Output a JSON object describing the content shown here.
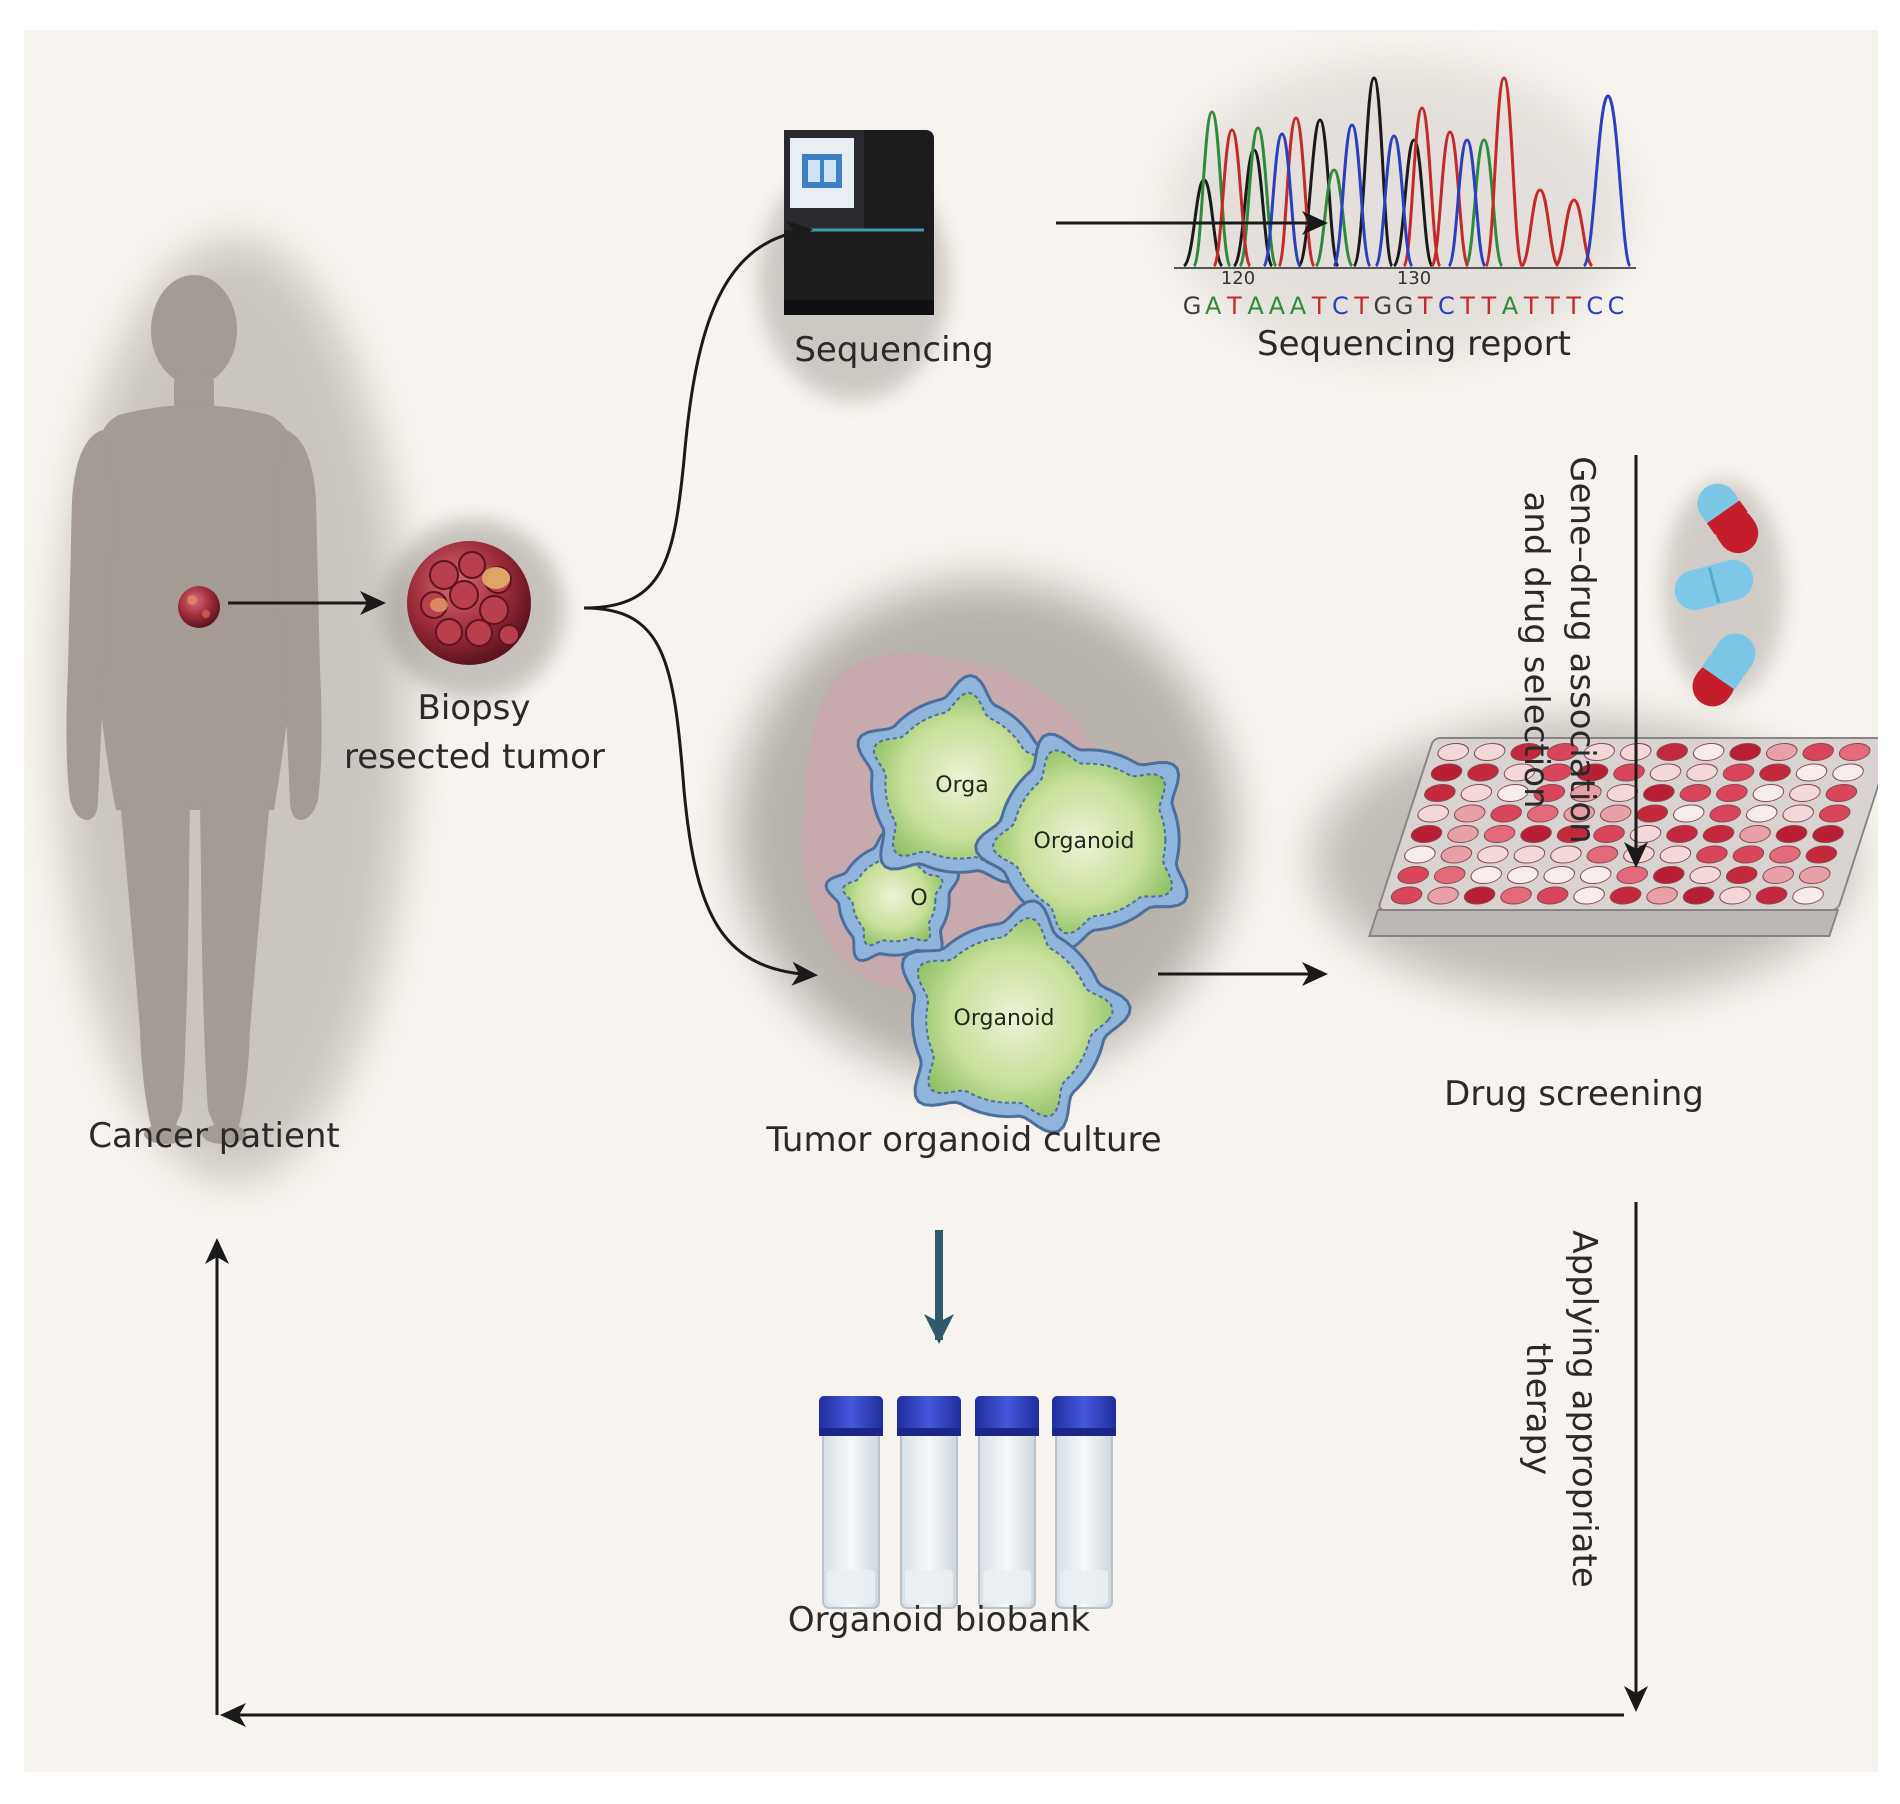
{
  "labels": {
    "cancer_patient": "Cancer patient",
    "biopsy_line1": "Biopsy",
    "biopsy_line2": "resected tumor",
    "sequencing": "Sequencing",
    "sequencing_report": "Sequencing report",
    "gene_drug_line1": "Gene–drug association",
    "gene_drug_line2": "and drug selection",
    "tumor_organoid_culture": "Tumor organoid culture",
    "drug_screening": "Drug screening",
    "applying_line1": "Applying appropriate",
    "applying_line2": "therapy",
    "organoid_biobank": "Organoid biobank"
  },
  "organoid_labels": {
    "back": "Orga",
    "partial": "O",
    "middle": "Organoid",
    "front": "Organoid"
  },
  "chromatogram": {
    "positions": [
      "120",
      "130"
    ],
    "sequence": "GATAAATCTGGTCTTATTTCC",
    "base_colors": {
      "G": "#3f3f3f",
      "A": "#2e8b3e",
      "T": "#c42a2a",
      "C": "#2b3fbf"
    }
  },
  "colors": {
    "background": "#f7f3ee",
    "silhouette": "#a39b94",
    "tumor": "#9c2b3a",
    "organoid_fill": "#b9d88a",
    "organoid_border": "#6b8fc0",
    "vial_cap": "#2f3fc0",
    "biobank_arrow": "#2e5a6a"
  }
}
